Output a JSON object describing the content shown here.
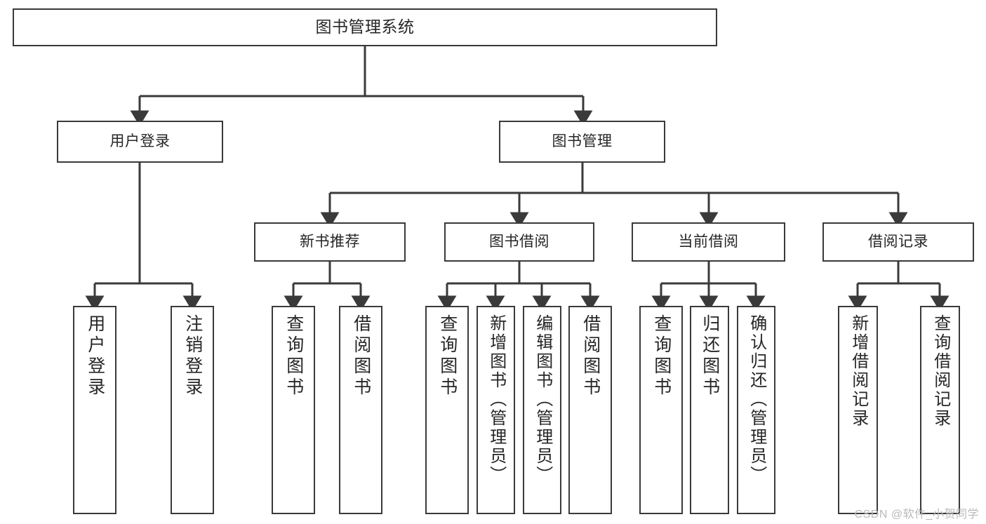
{
  "diagram": {
    "title": "图书管理系统",
    "type": "tree",
    "style": {
      "box_border": "#3a3a3a",
      "box_fill": "#ffffff",
      "edge_color": "#3a3a3a",
      "text_color": "#262626",
      "background": "#ffffff"
    }
  },
  "root": {
    "label": "图书管理系统"
  },
  "level2": [
    {
      "label": "用户登录"
    },
    {
      "label": "图书管理"
    }
  ],
  "level3": [
    {
      "label": "新书推荐"
    },
    {
      "label": "图书借阅"
    },
    {
      "label": "当前借阅"
    },
    {
      "label": "借阅记录"
    }
  ],
  "leaves": {
    "user_login": [
      {
        "label": "用户登录"
      },
      {
        "label": "注销登录"
      }
    ],
    "new_book_recommend": [
      {
        "label": "查询图书"
      },
      {
        "label": "借阅图书"
      }
    ],
    "book_borrow": [
      {
        "label": "查询图书"
      },
      {
        "label": "新增图书（管理员）"
      },
      {
        "label": "编辑图书（管理员）"
      },
      {
        "label": "借阅图书"
      }
    ],
    "current_borrow": [
      {
        "label": "查询图书"
      },
      {
        "label": "归还图书"
      },
      {
        "label": "确认归还（管理员）"
      }
    ],
    "borrow_record": [
      {
        "label": "新增借阅记录"
      },
      {
        "label": "查询借阅记录"
      }
    ]
  },
  "watermark": {
    "text": "CSDN @软件_小贺同学"
  }
}
